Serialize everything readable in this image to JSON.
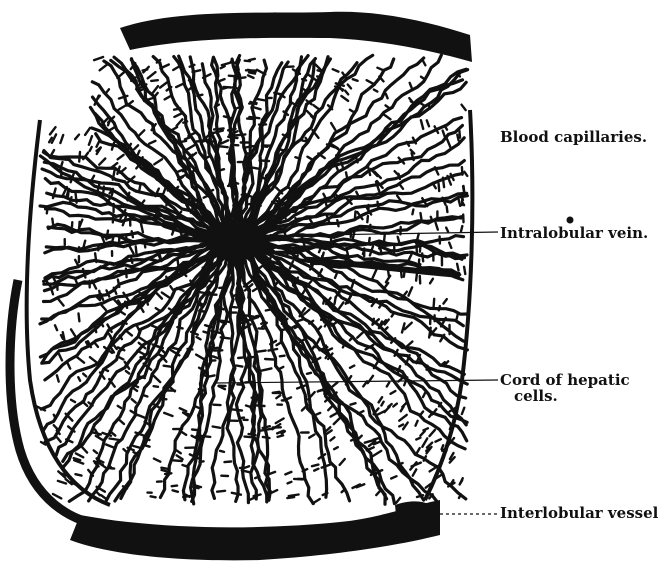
{
  "figure": {
    "labels": {
      "blood_capillaries": "Blood capillaries.",
      "intralobular_vein": "Intralobular vein.",
      "cord_line1": "Cord of hepatic",
      "cord_line2": "cells.",
      "interlobular_vessel": "Interlobular vessel."
    },
    "colors": {
      "ink": "#111111",
      "paper": "#ffffff"
    }
  }
}
